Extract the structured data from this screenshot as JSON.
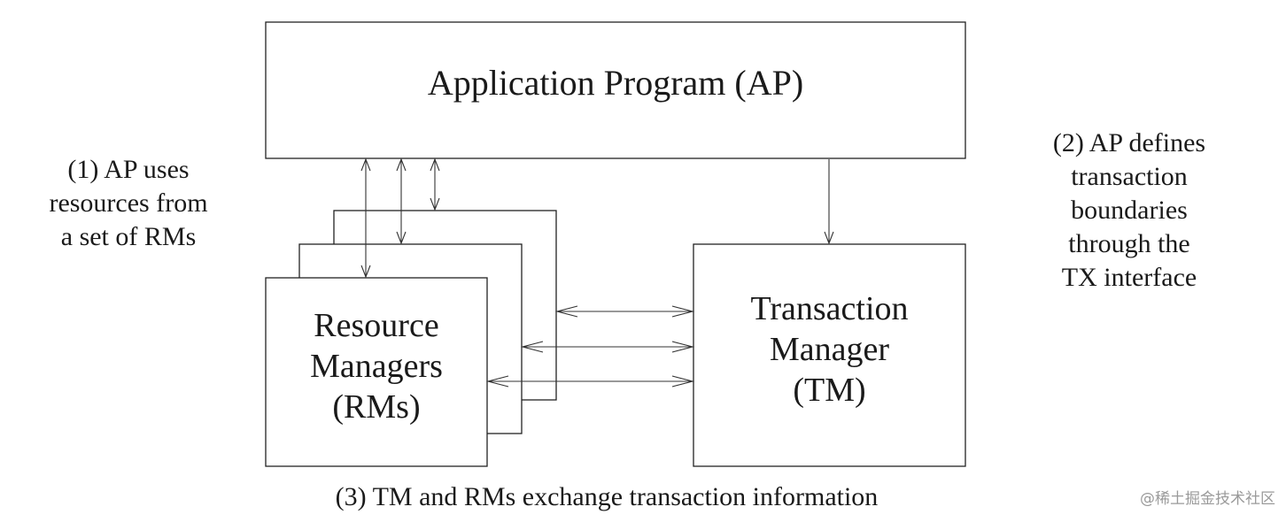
{
  "ap_box": {
    "label": "Application Program (AP)"
  },
  "rm_box": {
    "label": "Resource\nManagers\n(RMs)"
  },
  "tm_box": {
    "label": "Transaction\nManager\n(TM)"
  },
  "notes": {
    "left": "(1) AP uses\nresources from\na set of RMs",
    "right": "(2) AP defines\ntransaction\nboundaries\nthrough the\nTX interface",
    "bottom": "(3) TM and RMs exchange transaction information"
  },
  "watermark": "@稀土掘金技术社区",
  "colors": {
    "stroke": "#222222",
    "text": "#1a1a1a",
    "watermark": "#9a9a9a"
  }
}
